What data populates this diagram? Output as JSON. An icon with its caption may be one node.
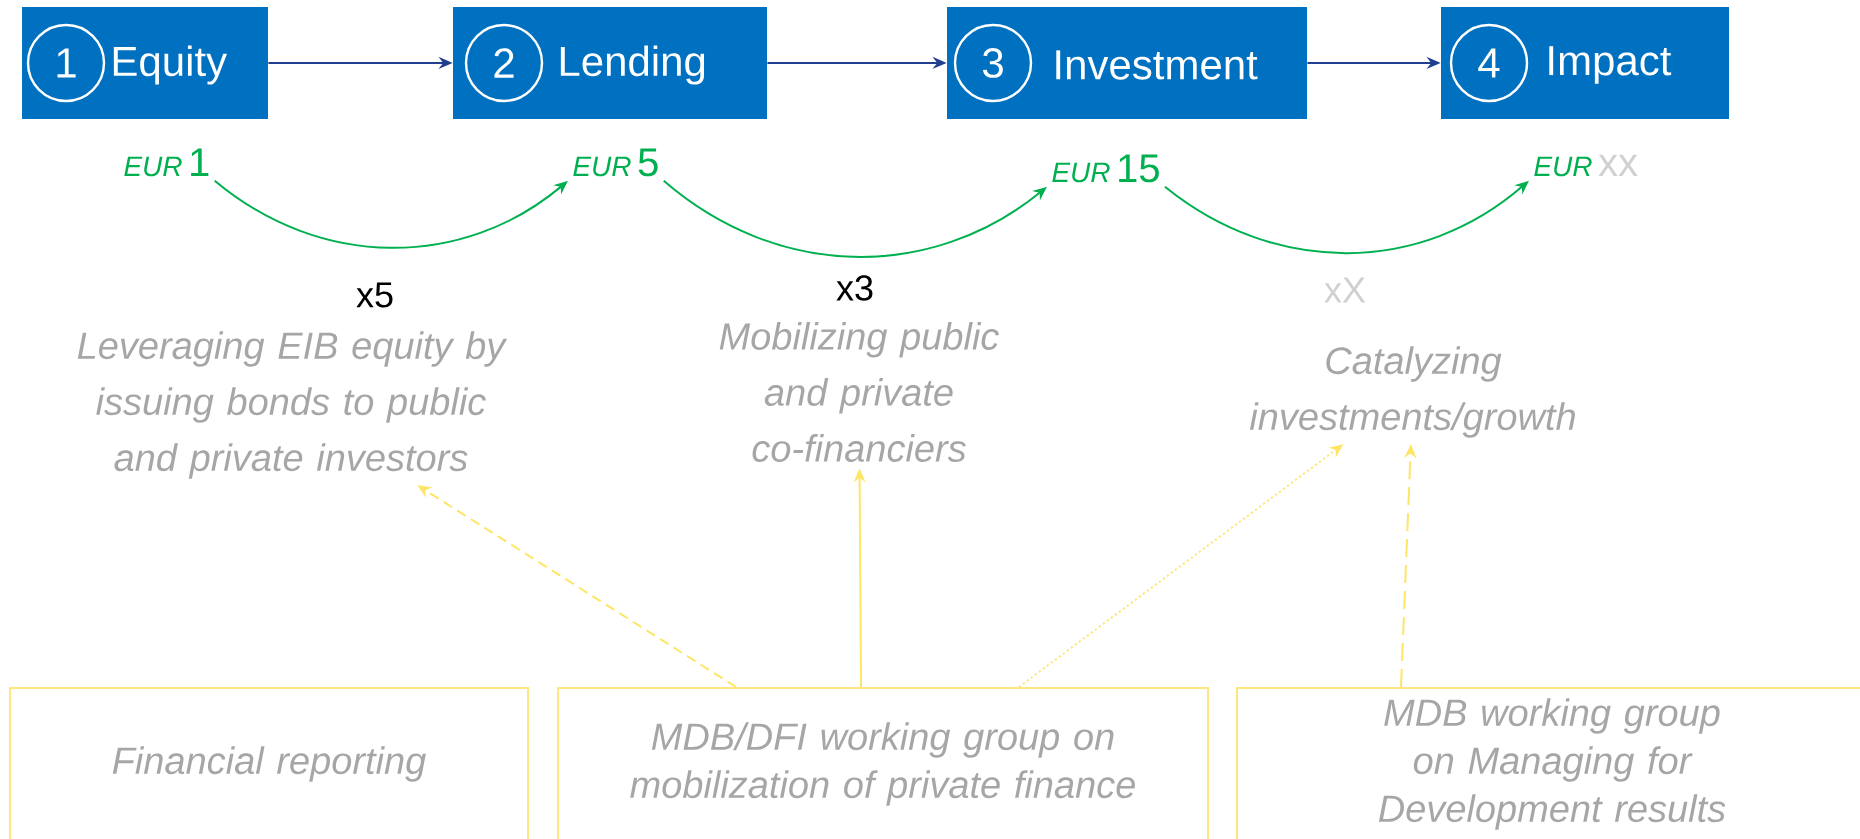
{
  "diagram": {
    "nodes": [
      {
        "text": [
          "1",
          "Equity"
        ]
      },
      {
        "text": [
          "2",
          "Lending"
        ]
      },
      {
        "text": [
          "3",
          "Investment"
        ]
      },
      {
        "text": [
          "4",
          "Impact"
        ]
      },
      {
        "text": [
          "EUR",
          "1"
        ]
      },
      {
        "text": [
          "EUR",
          "5"
        ]
      },
      {
        "text": [
          "EUR",
          "15"
        ]
      },
      {
        "text": [
          "EUR",
          "xx"
        ]
      },
      {
        "text": [
          "Leveraging EIB equity by issuing bonds to public and private investors"
        ]
      },
      {
        "text": [
          "Mobilizing public and private co-financiers"
        ]
      },
      {
        "text": [
          "Catalyzing investments/growth"
        ]
      },
      {
        "text": [
          "Financial reporting"
        ]
      },
      {
        "text": [
          "MDB/DFI working group on mobilization of private finance"
        ]
      },
      {
        "text": [
          "MDB working group on Managing for Development results"
        ]
      }
    ],
    "edges": [
      {
        "from": 0,
        "to": 1,
        "arrow": "to",
        "color": "#203f8f"
      },
      {
        "from": 1,
        "to": 2,
        "arrow": "to",
        "color": "#203f8f"
      },
      {
        "from": 2,
        "to": 3,
        "arrow": "to",
        "color": "#203f8f"
      },
      {
        "from": 4,
        "to": 5,
        "arrow": "to",
        "label": "x5",
        "color": "#00b050"
      },
      {
        "from": 5,
        "to": 6,
        "arrow": "to",
        "label": "x3",
        "color": "#00b050"
      },
      {
        "from": 6,
        "to": 7,
        "arrow": "to",
        "label": "xX",
        "color": "#00b050"
      },
      {
        "from": 12,
        "to": 8,
        "arrow": "to",
        "style": "dashed",
        "color": "#ffe566"
      },
      {
        "from": 12,
        "to": 9,
        "arrow": "to",
        "color": "#ffe566"
      },
      {
        "from": 12,
        "to": 10,
        "arrow": "to",
        "style": "dashed",
        "color": "#ffe566"
      },
      {
        "from": 13,
        "to": 10,
        "arrow": "to",
        "style": "dashed",
        "color": "#ffe566"
      }
    ]
  }
}
